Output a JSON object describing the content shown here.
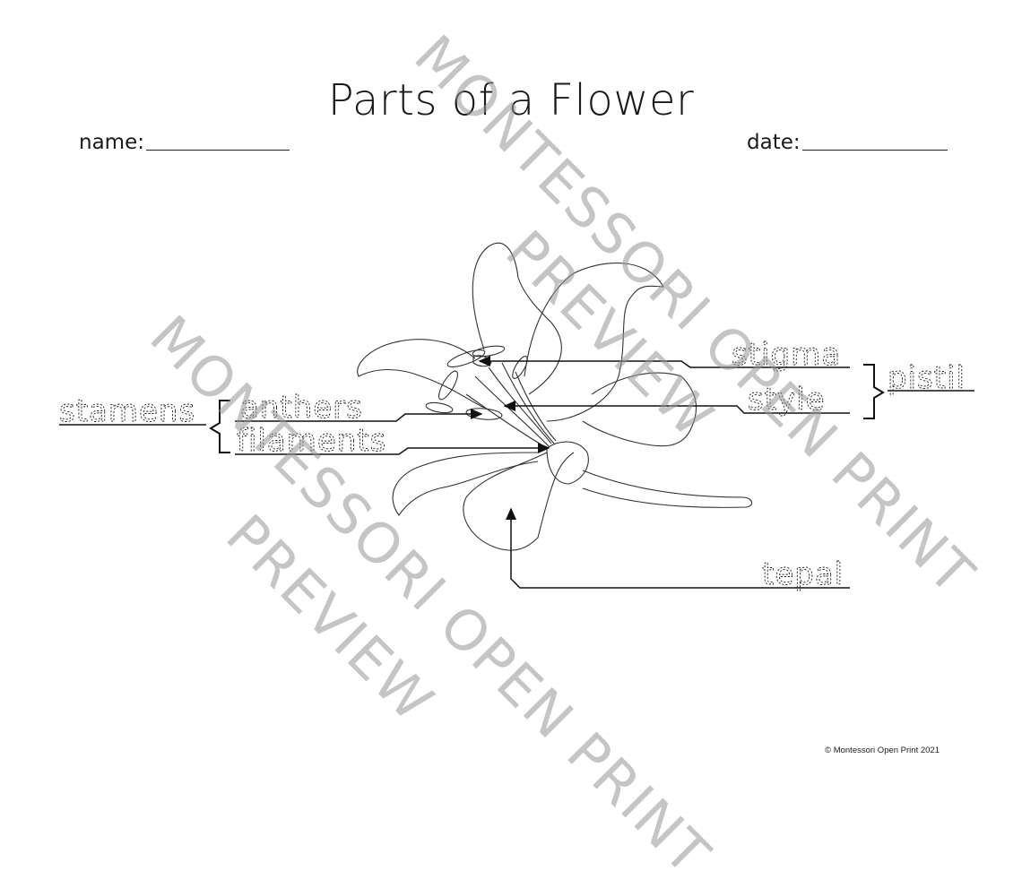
{
  "worksheet": {
    "title": "Parts of a Flower",
    "name_label": "name:",
    "date_label": "date:",
    "copyright": "© Montessori Open Print 2021"
  },
  "labels": {
    "stigma": "stigma",
    "style": "style",
    "pistil": "pistil",
    "stamens": "stamens",
    "anthers": "anthers",
    "filaments": "filaments",
    "tepal": "tepal"
  },
  "watermarks": [
    {
      "line1": "MONTESSORI OPEN PRINT"
    },
    {
      "line1": "PREVIEW"
    },
    {
      "line1": "MONTESSORI OPEN PRINT"
    },
    {
      "line1": "PREVIEW"
    }
  ]
}
